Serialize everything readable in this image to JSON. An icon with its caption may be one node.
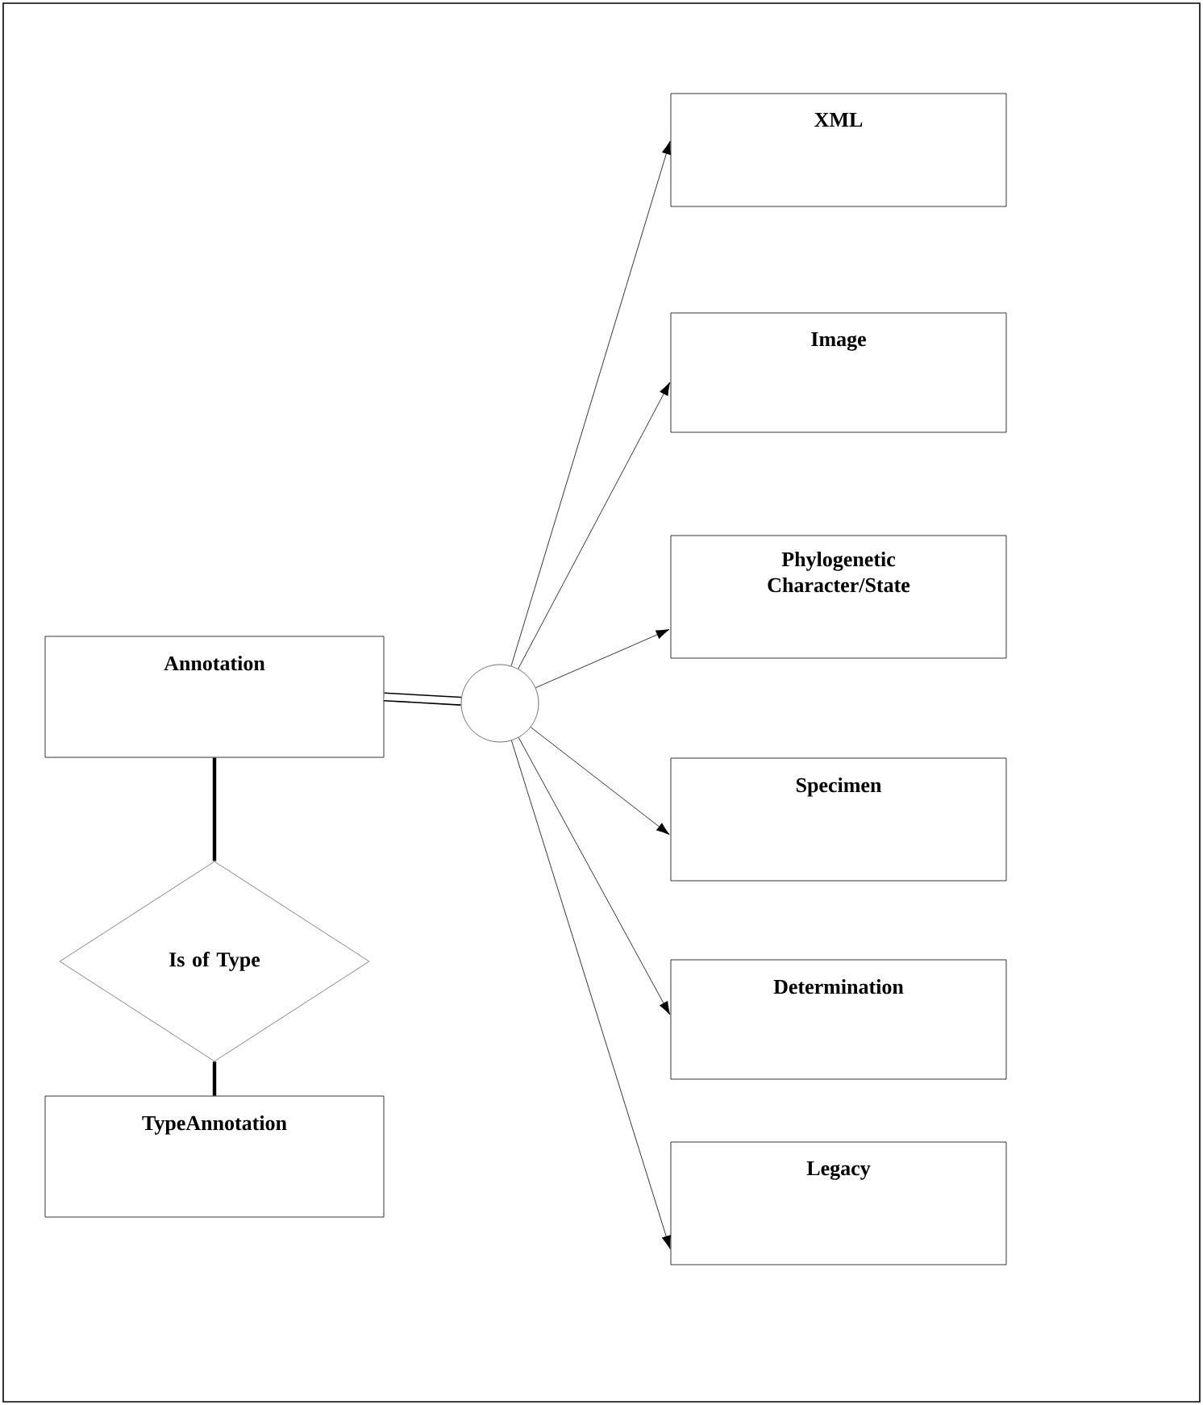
{
  "diagram": {
    "nodes": [
      {
        "text": [
          "Annotation"
        ]
      },
      {
        "text": [
          "Is of Type"
        ]
      },
      {
        "text": [
          "TypeAnnotation"
        ]
      },
      {
        "text": [],
        "shape": "circle"
      },
      {
        "text": [
          "XML"
        ]
      },
      {
        "text": [
          "Image"
        ]
      },
      {
        "text": [
          "Phylogenetic Character/State"
        ]
      },
      {
        "text": [
          "Specimen"
        ]
      },
      {
        "text": [
          "Determination"
        ]
      },
      {
        "text": [
          "Legacy"
        ]
      }
    ],
    "edges": [
      {
        "from": 0,
        "to": 3,
        "arrow": "none",
        "style": "thick"
      },
      {
        "from": 0,
        "to": 1,
        "arrow": "none",
        "style": "thick"
      },
      {
        "from": 1,
        "to": 2,
        "arrow": "none",
        "style": "thick"
      },
      {
        "from": 3,
        "to": 4,
        "arrow": "to"
      },
      {
        "from": 3,
        "to": 5,
        "arrow": "to"
      },
      {
        "from": 3,
        "to": 6,
        "arrow": "to"
      },
      {
        "from": 3,
        "to": 7,
        "arrow": "to"
      },
      {
        "from": 3,
        "to": 8,
        "arrow": "to"
      },
      {
        "from": 3,
        "to": 9,
        "arrow": "to"
      }
    ]
  }
}
